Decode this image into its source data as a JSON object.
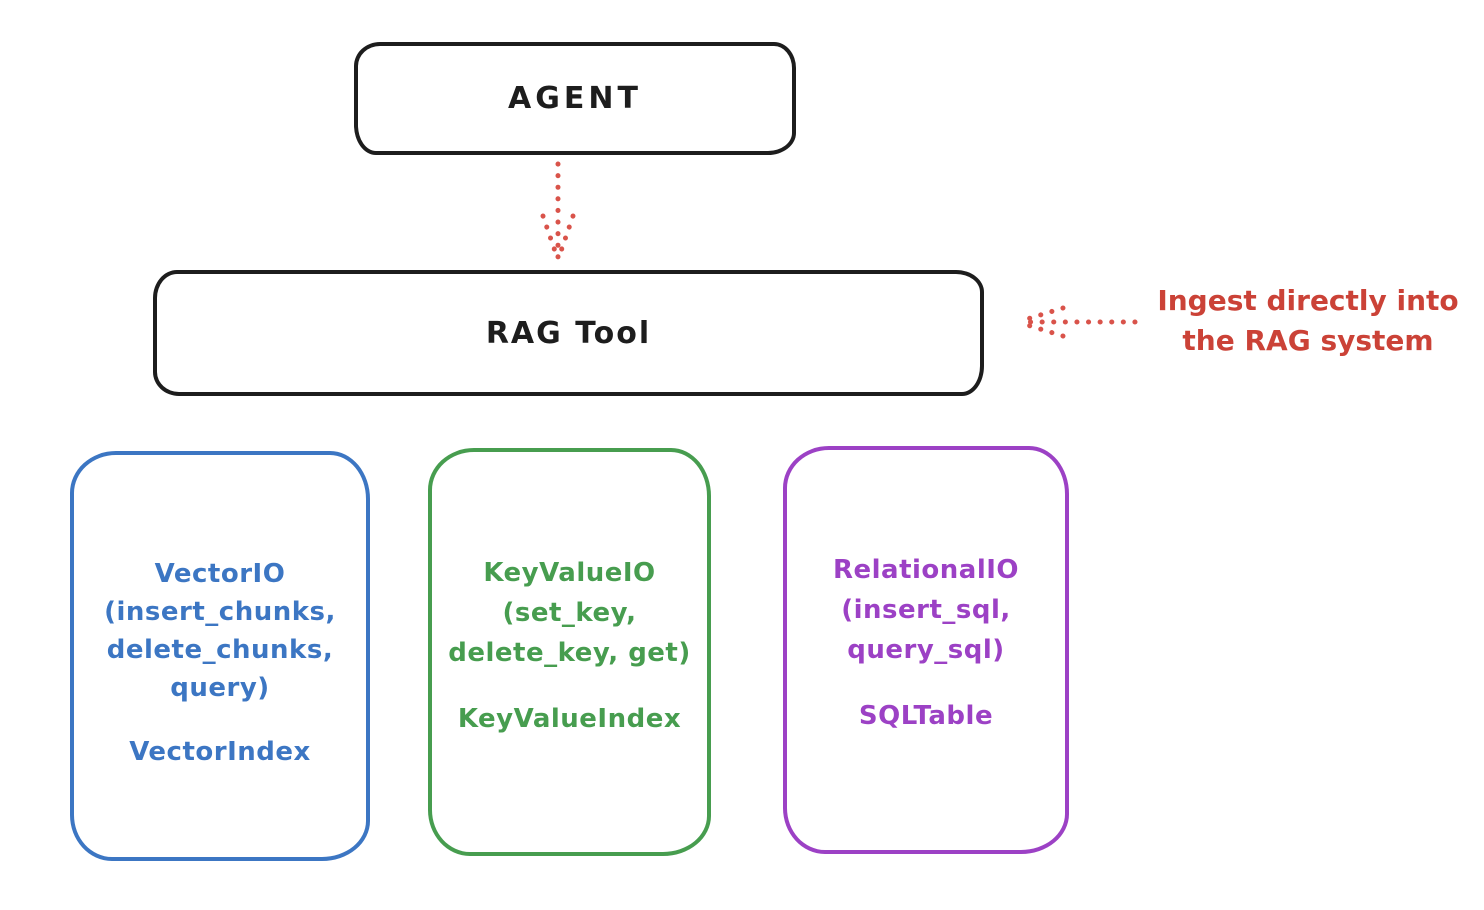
{
  "diagram": {
    "title_hint": "RAG Tool architecture sketch",
    "background": "#ffffff"
  },
  "colors": {
    "ink": "#1d1d1d",
    "red": "#cb4237",
    "blue": "#3c76c3",
    "green": "#479d4f",
    "purple": "#9c41c5"
  },
  "agent_box": {
    "label": "AGENT"
  },
  "rag_box": {
    "label": "RAG Tool"
  },
  "annotation": {
    "line1": "Ingest directly into",
    "line2": "the RAG system"
  },
  "arrows": {
    "agent_to_rag": "dotted-arrow-down",
    "annotation_to_rag": "dotted-arrow-left"
  },
  "io_boxes": [
    {
      "name": "vector-io",
      "color": "#3c76c3",
      "lines": [
        "VectorIO",
        "(insert_chunks,",
        "delete_chunks,",
        "query)"
      ],
      "index_label": "VectorIndex"
    },
    {
      "name": "keyvalue-io",
      "color": "#479d4f",
      "lines": [
        "KeyValueIO",
        "(set_key,",
        "delete_key, get)"
      ],
      "index_label": "KeyValueIndex"
    },
    {
      "name": "relational-io",
      "color": "#9c41c5",
      "lines": [
        "RelationalIO",
        "(insert_sql,",
        "query_sql)"
      ],
      "index_label": "SQLTable"
    }
  ]
}
